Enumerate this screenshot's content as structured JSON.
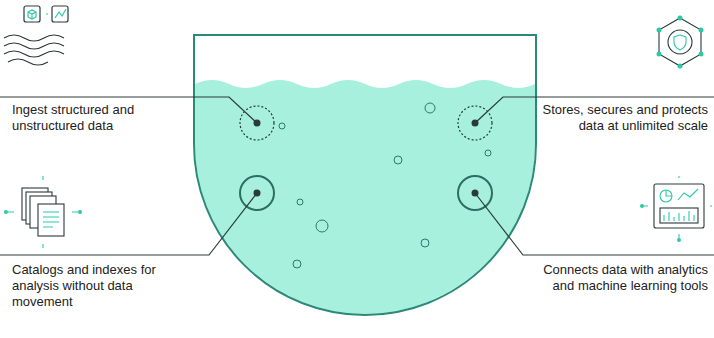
{
  "diagram": {
    "labels": [
      "Ingest structured and unstructured data",
      "Stores, secures and protects data at unlimited scale",
      "Catalogs and indexes for analysis without data movement",
      "Connects data with analytics and machine learning tools"
    ]
  }
}
